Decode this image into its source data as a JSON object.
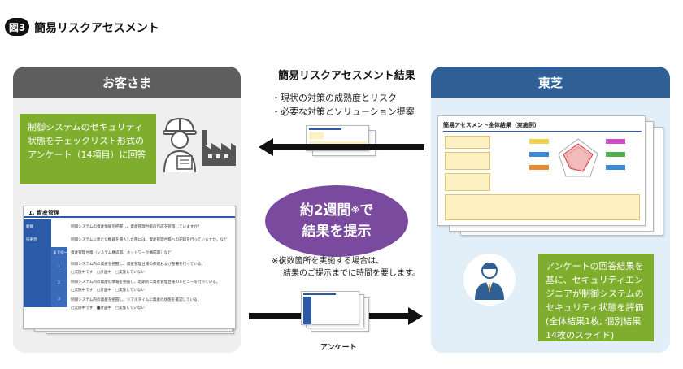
{
  "figure": {
    "badge": "図3",
    "title": "簡易リスクアセスメント"
  },
  "left_panel": {
    "header": "お客さま",
    "note": "制御システムのセキュリティ状態をチェックリスト形式のアンケート（14項目）に回答",
    "questionnaire": {
      "section_title": "1. 資産管理",
      "rows": [
        "制御システムの資産情報を把握し、資産管理台帳の作成を管理していますか？",
        "制御システムに新たな機器を導入した際には、資産管理台帳への記録を行っていますか。など",
        "資産管理台帳（システム構成図、ネットワーク構成図）など",
        "制御システム内の資産を把握し、資産管理台帳の作成および整備を行っている。",
        "□実施中です　□計画中　□実施していない",
        "制御システム内の資産の情報を把握し、定期的に資産管理台帳のレビューを行っている。",
        "□実施中です　□計画中　□実施していない",
        "制御システム内の資産を把握し、リアルタイムに資産の状態を確認している。",
        "□実施中です　■計画中　□実施していない"
      ],
      "row_labels": [
        "組織",
        "技術面",
        "までの一次",
        "1",
        "2",
        "3"
      ]
    }
  },
  "right_panel": {
    "header": "東芝",
    "result_sheet_title": "簡易アセスメント全体結果（実施例）",
    "note": "アンケートの回答結果を基に、セキュリティエンジニアが制御システムのセキュリティ状態を評価(全体結果1枚, 個別結果14枚のスライド)"
  },
  "middle": {
    "result_title": "簡易リスクアセスメント結果",
    "result_items": [
      "・現状の対策の成熟度とリスク",
      "・必要な対策とソリューション提案"
    ],
    "bubble_line1": "約2週間",
    "bubble_sup": "※",
    "bubble_line1_tail": "で",
    "bubble_line2": "結果を提示",
    "footnote_line1": "※複数箇所を実施する場合は、",
    "footnote_line2": "結果のご提示までに時間を要します。",
    "questionnaire_caption": "アンケート"
  },
  "colors": {
    "left_header": "#5e5e5e",
    "right_header": "#2f5f95",
    "left_bg": "#efefef",
    "right_bg": "#e2eff8",
    "note_green": "#7fae2e",
    "bubble_purple": "#7a4a9e",
    "sheet_blue": "#2a5aa8"
  },
  "icons": [
    "worker-icon",
    "factory-icon",
    "engineer-icon",
    "arrow-left-icon",
    "arrow-right-icon"
  ]
}
